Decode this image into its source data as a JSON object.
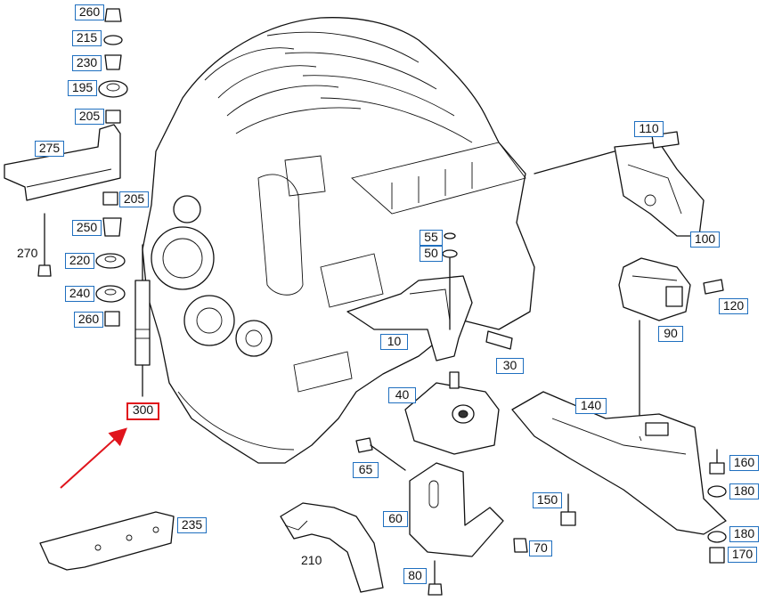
{
  "highlight_color": "#e0141c",
  "callout_border_color": "#1f6fbf",
  "callouts": {
    "c260a": "260",
    "c215": "215",
    "c230": "230",
    "c195": "195",
    "c205a": "205",
    "c275": "275",
    "c205b": "205",
    "c250": "250",
    "c220": "220",
    "c240": "240",
    "c260b": "260",
    "c300": "300",
    "c235": "235",
    "c110": "110",
    "c100": "100",
    "c55": "55",
    "c50": "50",
    "c120": "120",
    "c90": "90",
    "c10": "10",
    "c30": "30",
    "c40": "40",
    "c140": "140",
    "c65": "65",
    "c160": "160",
    "c180a": "180",
    "c150": "150",
    "c60": "60",
    "c70": "70",
    "c180b": "180",
    "c80": "80",
    "c170": "170"
  },
  "plain_labels": {
    "l270": "270",
    "l210": "210"
  }
}
